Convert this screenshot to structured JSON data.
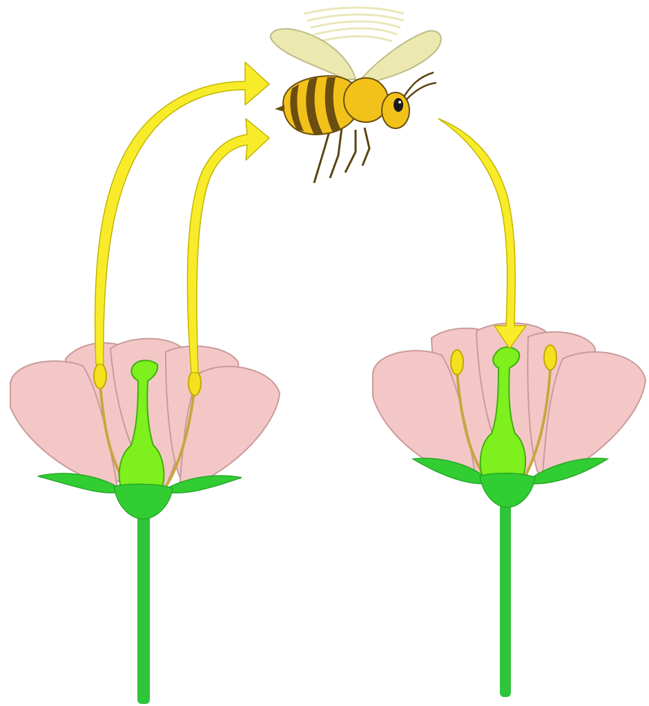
{
  "diagram": {
    "labels": [],
    "colors": {
      "background": "#ffffff",
      "petal_fill": "#f4c7c7",
      "petal_outline": "#c99a9a",
      "pistil": "#7df01e",
      "pistil_outline": "#3fae10",
      "sepal": "#32cd32",
      "stem": "#2fc43a",
      "stamen_filament": "#c9a640",
      "anther": "#f5e020",
      "arrow_fill": "#f8ec2a",
      "arrow_outline": "#c4b400",
      "bee_body": "#f2c21b",
      "bee_stripe": "#6b4e0f",
      "bee_wing": "#e9e7a8"
    },
    "elements": [
      {
        "id": "bee",
        "icon": "bee-icon"
      },
      {
        "id": "flower-left",
        "icon": "flower-icon"
      },
      {
        "id": "flower-right",
        "icon": "flower-icon"
      },
      {
        "id": "arrow-left-outer",
        "icon": "curved-arrow-icon"
      },
      {
        "id": "arrow-left-inner",
        "icon": "curved-arrow-icon"
      },
      {
        "id": "arrow-right",
        "icon": "curved-arrow-icon"
      }
    ]
  }
}
